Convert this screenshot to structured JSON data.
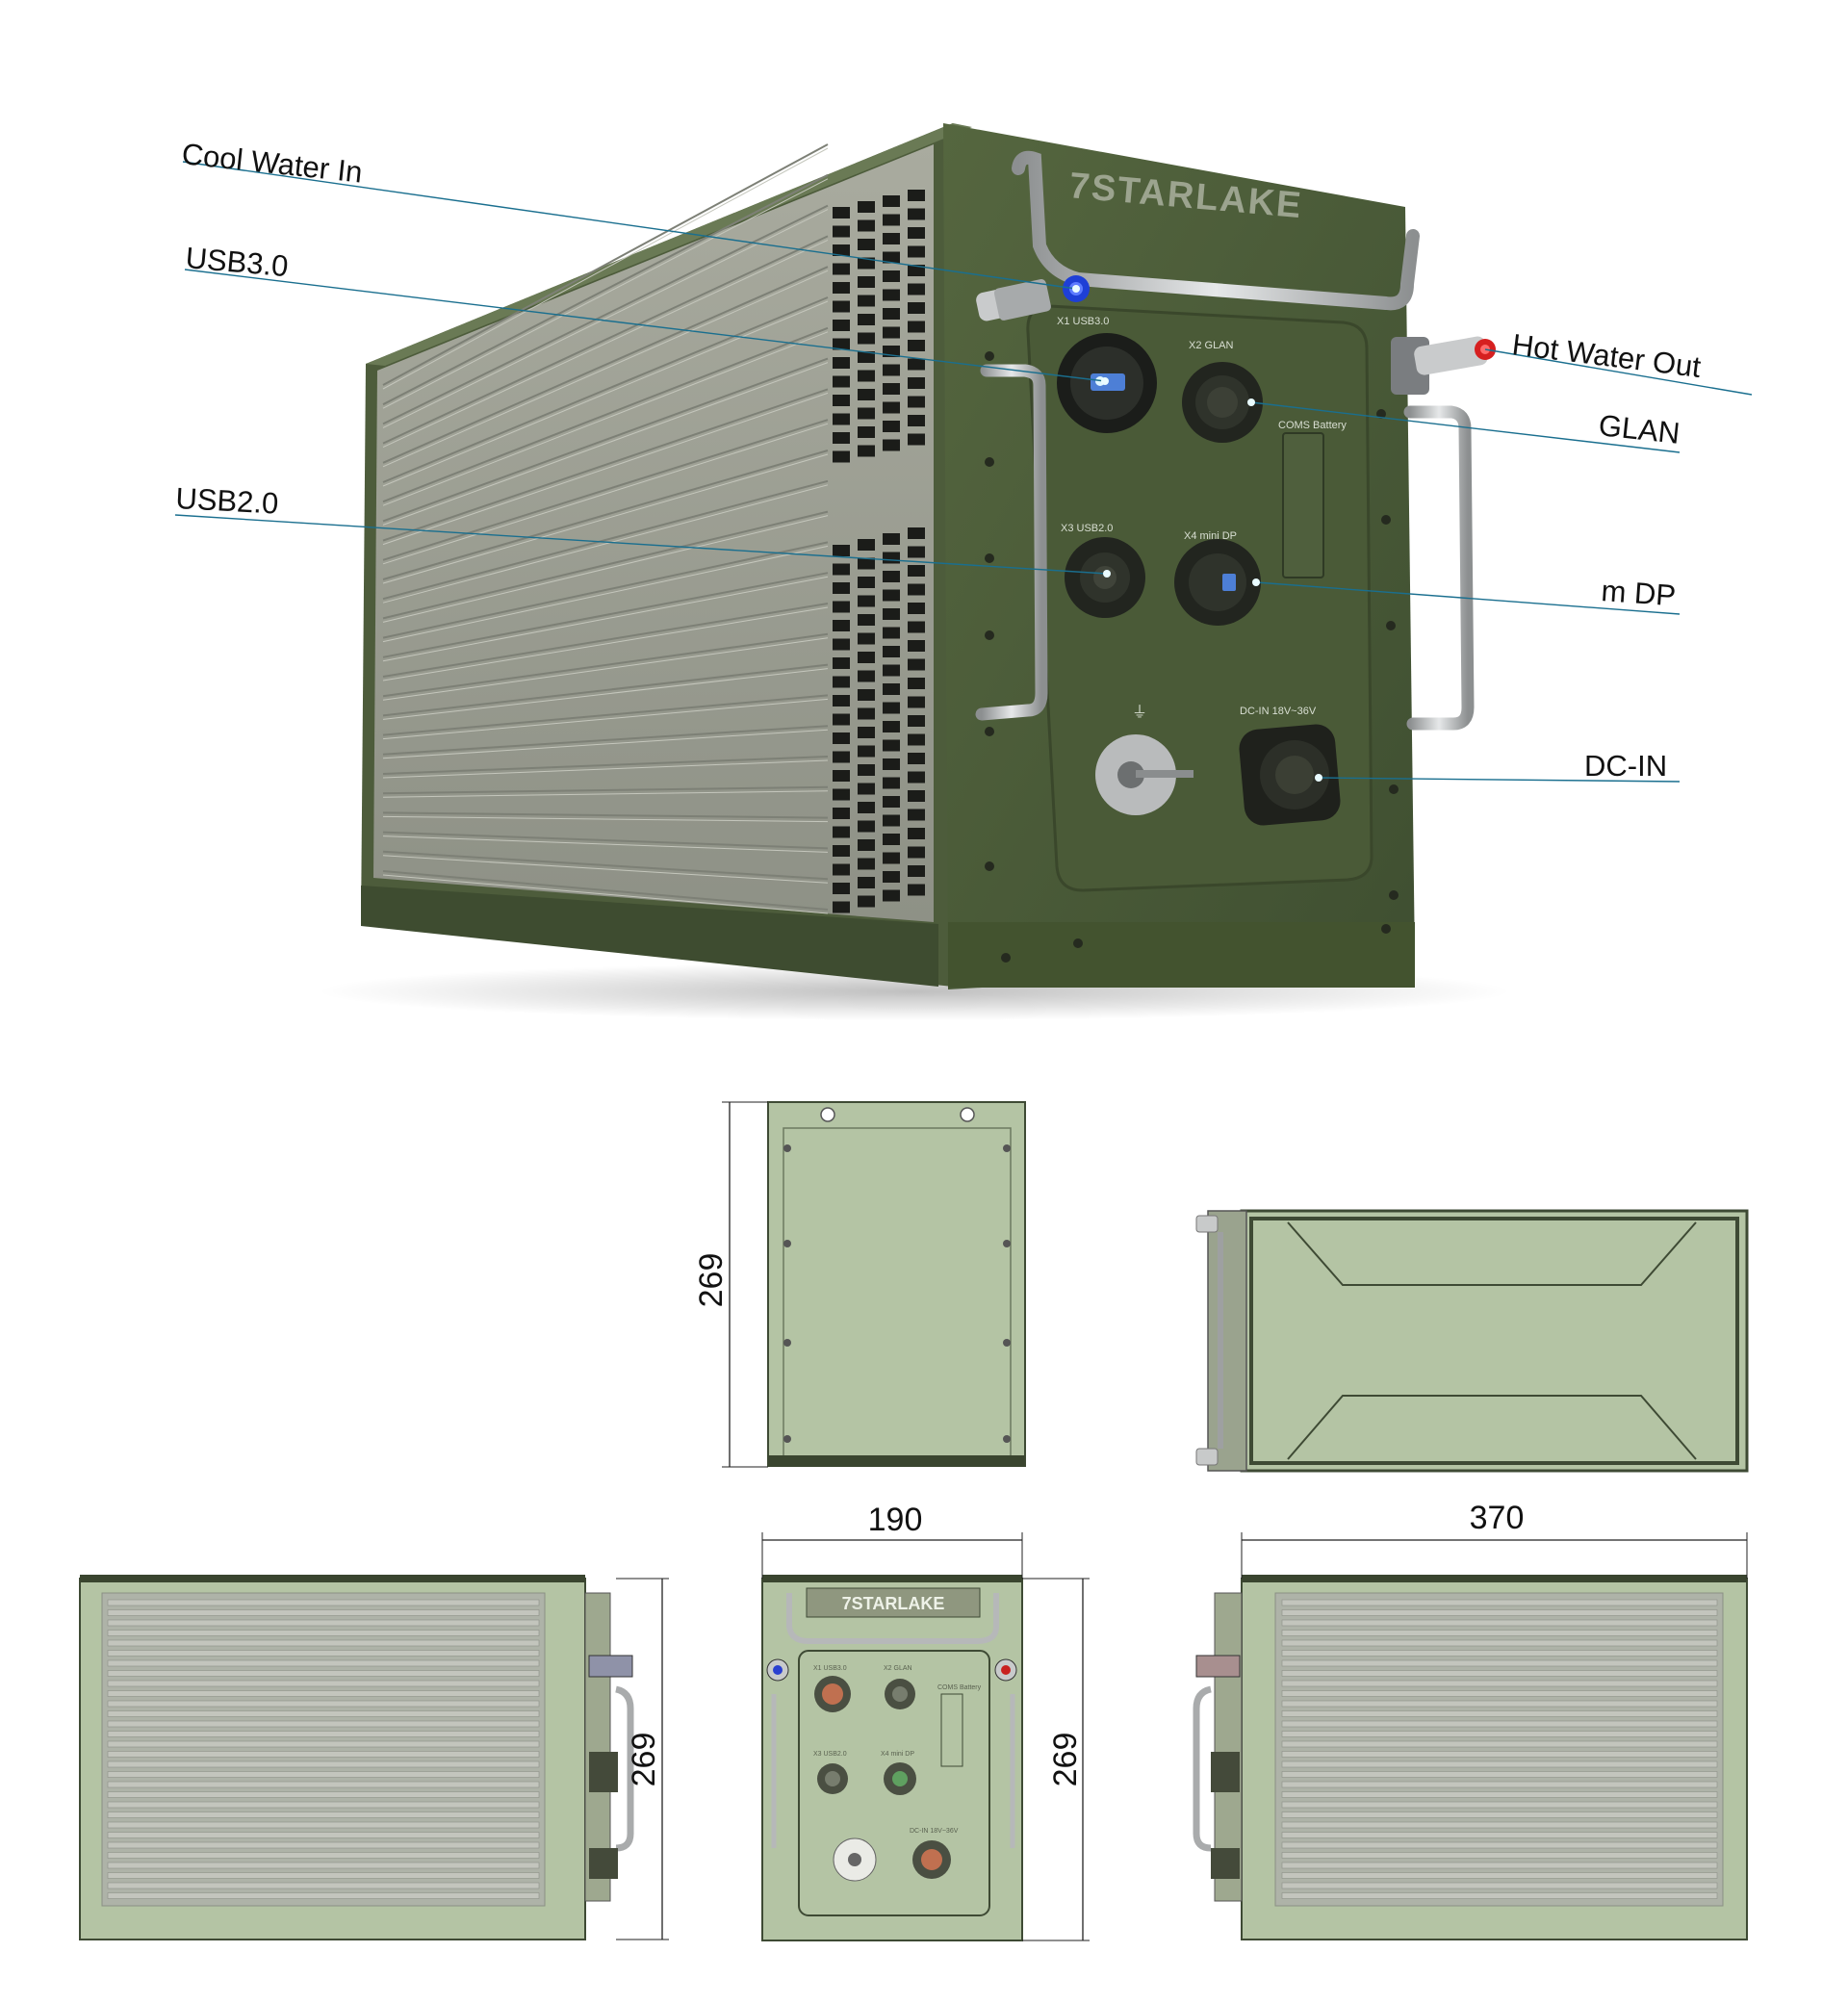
{
  "brand": "7STARLAKE",
  "callouts": {
    "cool_water_in": "Cool Water In",
    "usb30": "USB3.0",
    "usb20": "USB2.0",
    "hot_water_out": "Hot Water Out",
    "glan": "GLAN",
    "mdp": "m DP",
    "dcin": "DC-IN"
  },
  "panel_labels": {
    "x1": "X1 USB3.0",
    "x2": "X2 GLAN",
    "x3": "X3 USB2.0",
    "x4": "X4 mini DP",
    "dcin": "DC-IN 18V~36V",
    "cmos": "COMS Battery"
  },
  "dimensions": {
    "top_height": "269",
    "front_width": "190",
    "front_height": "269",
    "side_length": "370",
    "left_height": "269"
  },
  "colors": {
    "chassis_green": "#4a5a3a",
    "drawing_green": "#b4c4a4",
    "callout_line": "#1a6f8f",
    "cool_port": "#1e3fd6",
    "hot_port": "#d62020"
  }
}
